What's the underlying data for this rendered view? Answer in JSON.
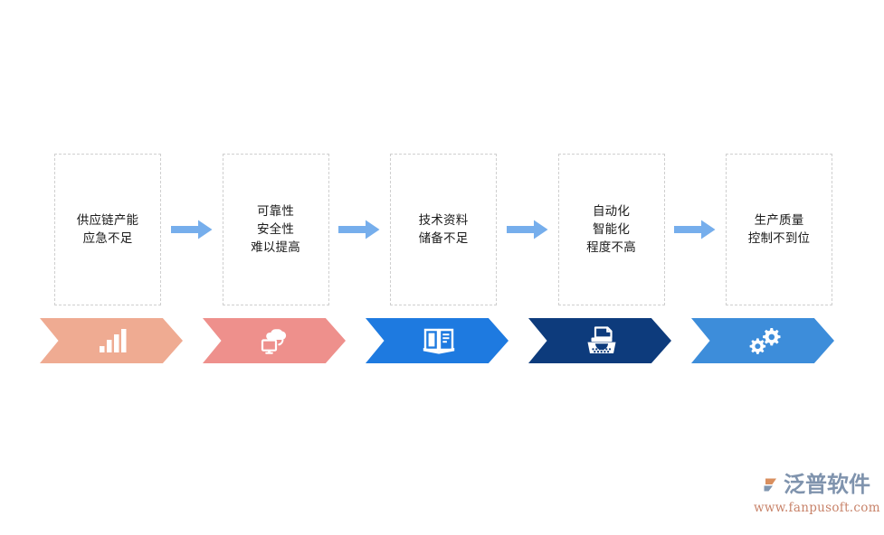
{
  "diagram": {
    "type": "linear-process-flow",
    "stage_count": 5,
    "colors": {
      "box_border": "#cfcfcf",
      "text": "#1a1a1a",
      "arrow": "#76AEEC",
      "chevron_1": "#EFAB92",
      "chevron_2": "#EE908C",
      "chevron_3": "#1E7AE0",
      "chevron_4": "#0D3B7C",
      "chevron_5": "#3D8DDA",
      "icon": "#ffffff",
      "background": "#ffffff"
    },
    "stages": [
      {
        "label": "供应链产能\n应急不足",
        "icon": "bar-chart-icon",
        "chevron_color": "#EFAB92"
      },
      {
        "label": "可靠性\n安全性\n难以提高",
        "icon": "cloud-computer-sync-icon",
        "chevron_color": "#EE908C"
      },
      {
        "label": "技术资料\n储备不足",
        "icon": "open-book-icon",
        "chevron_color": "#1E7AE0"
      },
      {
        "label": "自动化\n智能化\n程度不高",
        "icon": "typewriter-icon",
        "chevron_color": "#0D3B7C"
      },
      {
        "label": "生产质量\n控制不到位",
        "icon": "gears-icon",
        "chevron_color": "#3D8DDA"
      }
    ],
    "connectors": [
      {
        "icon": "right-arrow-icon"
      },
      {
        "icon": "right-arrow-icon"
      },
      {
        "icon": "right-arrow-icon"
      },
      {
        "icon": "right-arrow-icon"
      }
    ]
  },
  "watermark": {
    "brand": "泛普软件",
    "url": "www.fanpusoft.com",
    "mark_icon": "fanpu-logo-icon",
    "brand_color": "#7f93ad",
    "url_color": "#c8836a"
  }
}
